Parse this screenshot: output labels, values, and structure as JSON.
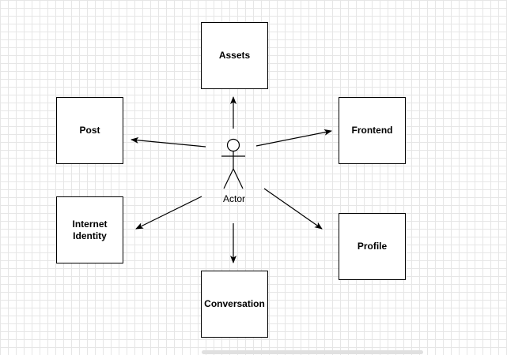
{
  "actor": {
    "label": "Actor"
  },
  "nodes": {
    "assets": {
      "label": "Assets"
    },
    "post": {
      "label": "Post"
    },
    "frontend": {
      "label": "Frontend"
    },
    "internet_identity": {
      "label": "Internet\nIdentity"
    },
    "profile": {
      "label": "Profile"
    },
    "conversation": {
      "label": "Conversation"
    }
  },
  "edges": [
    {
      "from": "actor",
      "to": "assets"
    },
    {
      "from": "actor",
      "to": "post"
    },
    {
      "from": "actor",
      "to": "frontend"
    },
    {
      "from": "actor",
      "to": "internet_identity"
    },
    {
      "from": "actor",
      "to": "profile"
    },
    {
      "from": "actor",
      "to": "conversation"
    }
  ],
  "colors": {
    "stroke": "#000000",
    "grid": "#e6e6e6",
    "background": "#ffffff"
  }
}
